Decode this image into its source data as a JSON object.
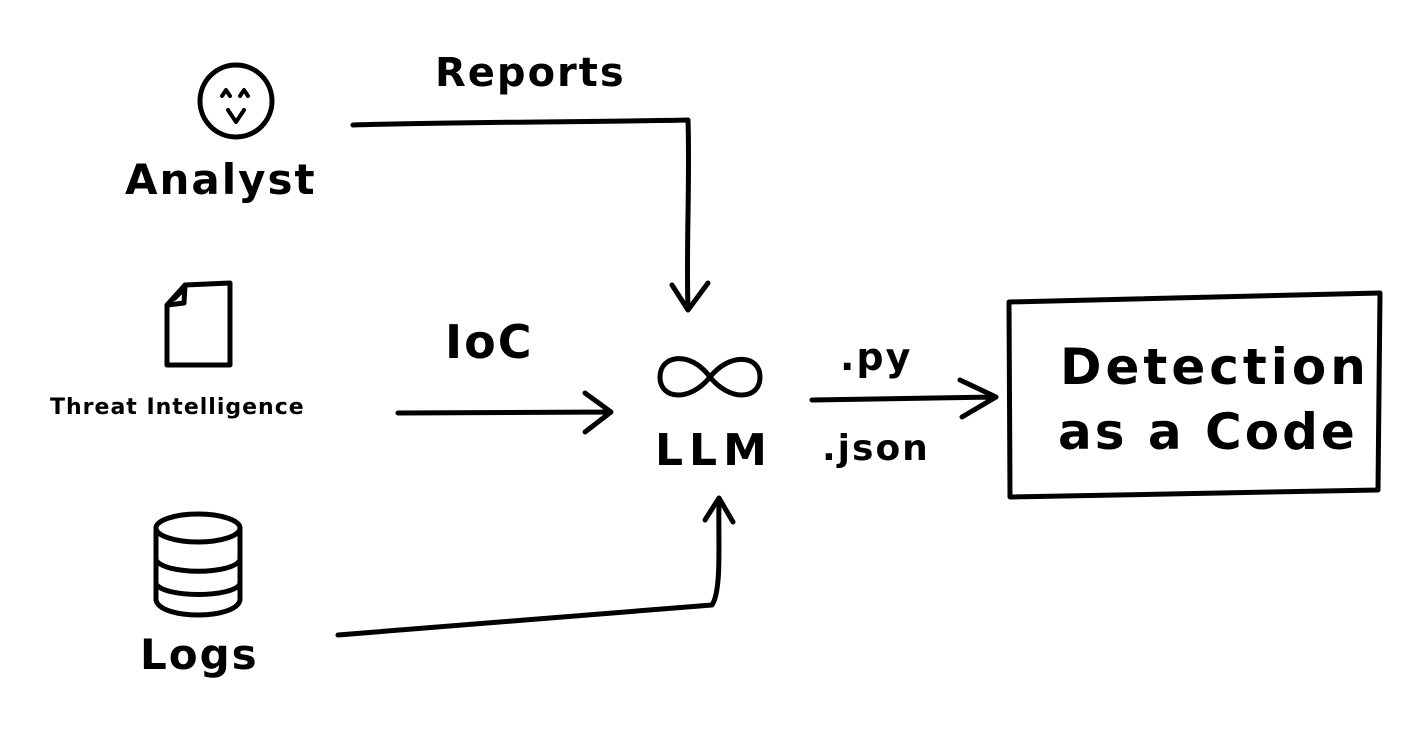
{
  "nodes": {
    "analyst": "Analyst",
    "threat_intel": "Threat Intelligence",
    "logs": "Logs",
    "llm": "LLM",
    "output_line1": "Detection",
    "output_line2": "as a Code"
  },
  "edges": {
    "reports": "Reports",
    "ioc": "IoC",
    "py": ".py",
    "json": ".json"
  },
  "colors": {
    "ink": "#000000",
    "background": "#ffffff"
  }
}
